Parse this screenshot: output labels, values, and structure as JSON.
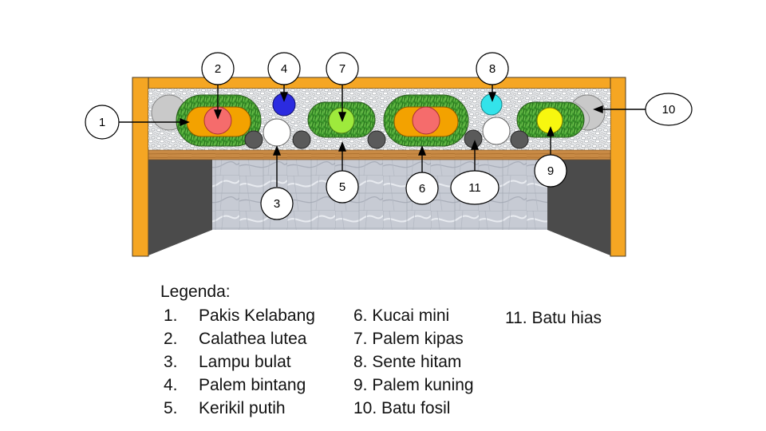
{
  "colors": {
    "frame": "#f5a623",
    "wall": "#4a4a4a",
    "gravel": "#e6e8ea",
    "grass": "#3f9a2f",
    "plant_orange": "#f3a200",
    "coral": "#f56c6c",
    "lime": "#9eea3c",
    "yellow": "#f7f70f",
    "blue": "#2b2be0",
    "cyan": "#33e3ea",
    "white": "#ffffff",
    "dark_stone": "#5a5a5a",
    "fossil_stone": "#c8c8c8",
    "wood": "#c98a45",
    "marble": "#c9cdd6"
  },
  "callouts": [
    {
      "id": "1",
      "label": "1"
    },
    {
      "id": "2",
      "label": "2"
    },
    {
      "id": "3",
      "label": "3"
    },
    {
      "id": "4",
      "label": "4"
    },
    {
      "id": "5",
      "label": "5"
    },
    {
      "id": "6",
      "label": "6"
    },
    {
      "id": "7",
      "label": "7"
    },
    {
      "id": "8",
      "label": "8"
    },
    {
      "id": "9",
      "label": "9"
    },
    {
      "id": "10",
      "label": "10"
    },
    {
      "id": "11",
      "label": "11"
    }
  ],
  "legend": {
    "title": "Legenda:",
    "col1": [
      {
        "num": "1.",
        "text": "Pakis Kelabang"
      },
      {
        "num": "2.",
        "text": "Calathea lutea"
      },
      {
        "num": "3.",
        "text": "Lampu bulat"
      },
      {
        "num": "4.",
        "text": "Palem bintang"
      },
      {
        "num": "5.",
        "text": "Kerikil putih"
      }
    ],
    "col2": [
      "6. Kucai mini",
      "7. Palem kipas",
      "8. Sente hitam",
      "9. Palem kuning",
      "10. Batu fosil"
    ],
    "col3": [
      "11. Batu hias"
    ]
  }
}
